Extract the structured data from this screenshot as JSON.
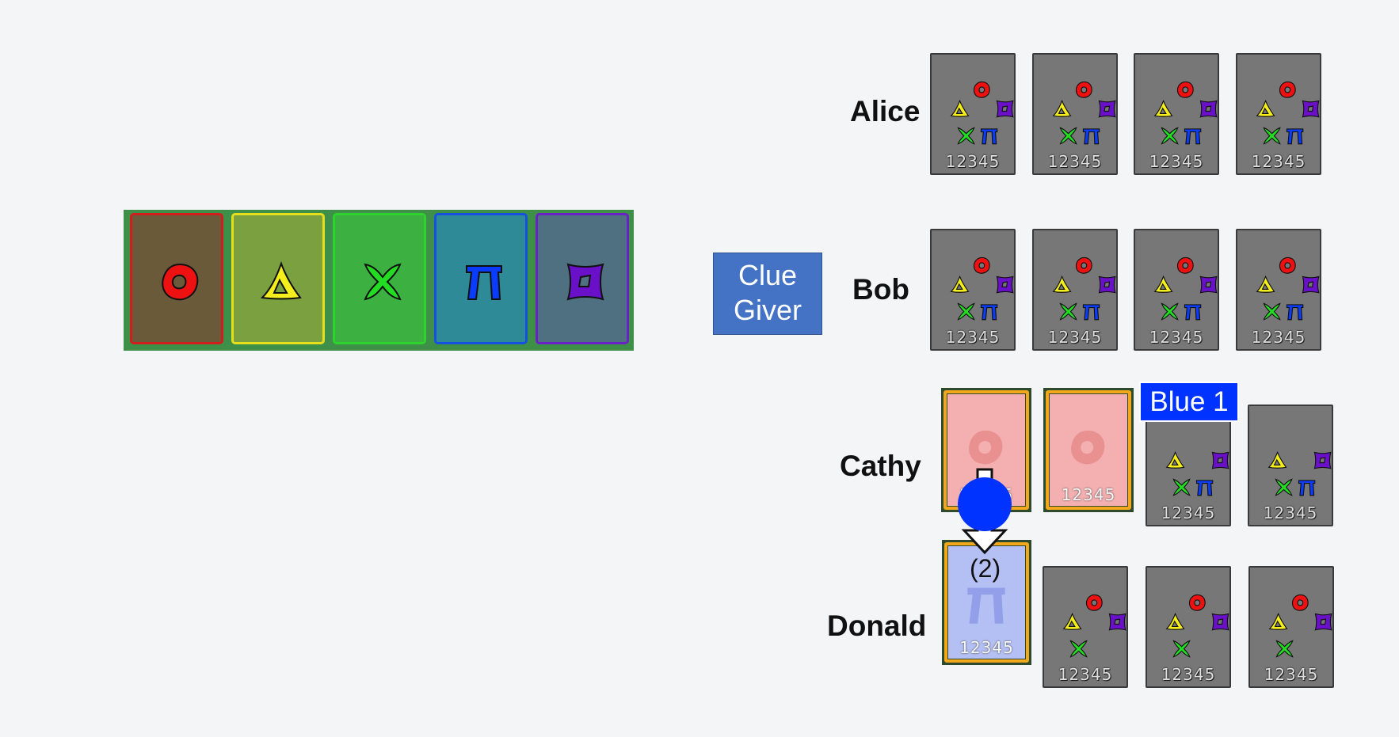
{
  "colors": {
    "red": "#e00000",
    "yellow": "#f4ee1c",
    "green": "#22dd22",
    "blue": "#0a3cff",
    "purple": "#6a10c8",
    "card_orange_border": "#f3a81c",
    "clue_giver_bg": "#4472c4",
    "clue_label_bg": "#0033ff"
  },
  "play_stacks": [
    {
      "suit": "red",
      "icon": "red-ring-icon"
    },
    {
      "suit": "yellow",
      "icon": "yellow-triangle-icon"
    },
    {
      "suit": "green",
      "icon": "green-x-icon"
    },
    {
      "suit": "blue",
      "icon": "blue-pi-icon"
    },
    {
      "suit": "purple",
      "icon": "purple-diamond-icon"
    }
  ],
  "clue_giver": {
    "line1": "Clue",
    "line2": "Giver"
  },
  "rank_digits": "12345",
  "players": [
    {
      "name": "Alice"
    },
    {
      "name": "Bob"
    },
    {
      "name": "Cathy"
    },
    {
      "name": "Donald"
    }
  ],
  "clue": {
    "label": "Blue 1",
    "count": "(2)"
  }
}
